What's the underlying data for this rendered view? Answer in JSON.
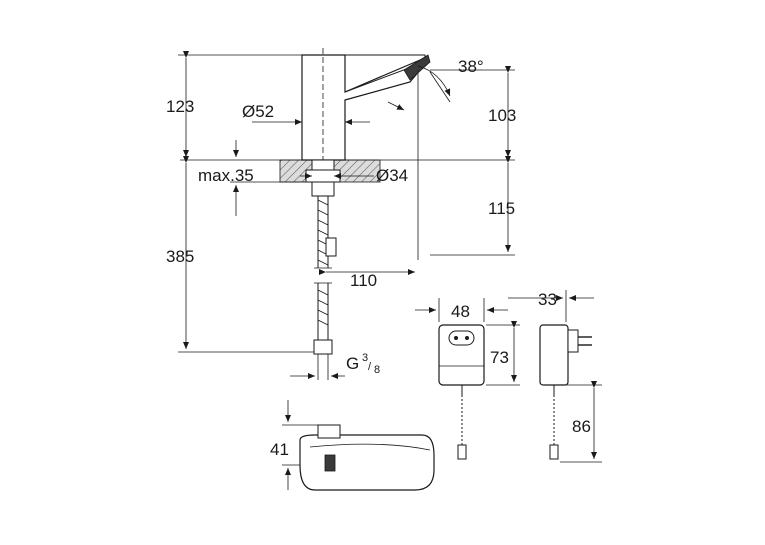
{
  "dimensions": {
    "spout_height": "123",
    "outlet_height": "103",
    "body_diameter": "Ø52",
    "spray_angle": "38°",
    "max_deck": "max.35",
    "hole_diameter": "Ø34",
    "tail_length": "115",
    "total_length": "385",
    "projection": "110",
    "thread_prefix": "G",
    "thread_num": "3",
    "thread_den": "8",
    "psu_width": "48",
    "psu_height": "73",
    "plug_depth": "33",
    "psu_cable": "86",
    "top_height": "41"
  },
  "colors": {
    "line": "#1a1a1a",
    "shade": "#cfcfcf",
    "background": "#ffffff"
  }
}
